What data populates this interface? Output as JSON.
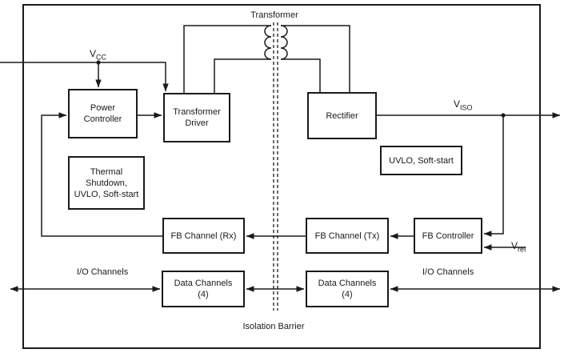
{
  "diagram": {
    "title": "Transformer",
    "boxes": {
      "power_controller": {
        "label": "Power\nController"
      },
      "transformer_driver": {
        "label": "Transformer\nDriver"
      },
      "rectifier": {
        "label": "Rectifier"
      },
      "thermal_shutdown": {
        "label": "Thermal\nShutdown,\nUVLO, Soft-start"
      },
      "uvlo_soft_start": {
        "label": "UVLO, Soft-start"
      },
      "fb_channel_rx": {
        "label": "FB Channel (Rx)"
      },
      "fb_channel_tx": {
        "label": "FB Channel (Tx)"
      },
      "fb_controller": {
        "label": "FB Controller"
      },
      "data_channels_left": {
        "label": "Data Channels\n(4)"
      },
      "data_channels_right": {
        "label": "Data Channels\n(4)"
      }
    },
    "labels": {
      "transformer": "Transformer",
      "isolation_barrier": "Isolation Barrier",
      "io_channels_left": "I/O Channels",
      "io_channels_right": "I/O Channels",
      "vcc": {
        "base": "V",
        "sub": "CC"
      },
      "viso": {
        "base": "V",
        "sub": "ISO"
      },
      "vref": {
        "base": "V",
        "sub": "ref"
      }
    },
    "colors": {
      "line": "#1a1a1a",
      "text": "#1a1a1a",
      "background": "#ffffff"
    }
  }
}
